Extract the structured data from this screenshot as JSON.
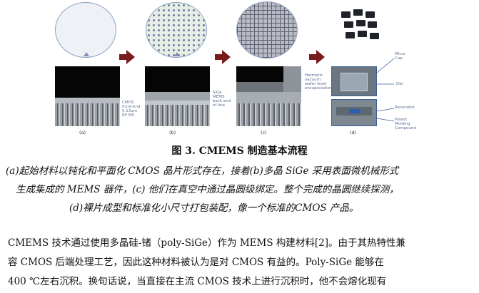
{
  "figure": {
    "panel_labels": [
      "(a)",
      "(b)",
      "(c)",
      "(d)"
    ],
    "annotations": {
      "cmos": [
        "CMOS",
        "front-end",
        "0.13um",
        "RF-MS"
      ],
      "sige": [
        "SiGe",
        "MEMS",
        "back end",
        "of line"
      ],
      "hermetic": [
        "Hermetic",
        "vacuum",
        "wafer level",
        "encapsulation"
      ],
      "micro_cap": [
        "Micro",
        "Cap"
      ],
      "die": [
        "Die"
      ],
      "resonator": [
        "Resonator"
      ],
      "plastic": [
        "Plastic",
        "Molding",
        "Compound"
      ]
    }
  },
  "caption": {
    "title": "图 3. CMEMS 制造基本流程",
    "lines": [
      "(a)起始材料以钝化和平面化 CMOS 晶片形式存在，接着(b)多晶 SiGe 采用表面微机械形式",
      "生成集成的 MEMS 器件，(c) 他们在真空中通过晶圆级绑定。整个完成的晶圆继续探测，",
      "(d)裸片成型和标准化小尺寸打包装配，像一个标准的CMOS 产品。"
    ]
  },
  "body": {
    "lines": [
      "CMEMS 技术通过使用多晶硅-锗（poly-SiGe）作为 MEMS 构建材料[2]。由于其热特性兼",
      "容  CMOS  后端处理工艺，因此这种材料被认为是对  CMOS 有益的。Poly-SiGe 能够在",
      "400 ℃左右沉积。换句话说，当直接在主流  CMOS  技术上进行沉积时，他不会熔化现有"
    ]
  },
  "colors": {
    "arrow": "#7a1c1c",
    "label_blue": "#5a6f95",
    "package_border": "#3b5f9c"
  }
}
